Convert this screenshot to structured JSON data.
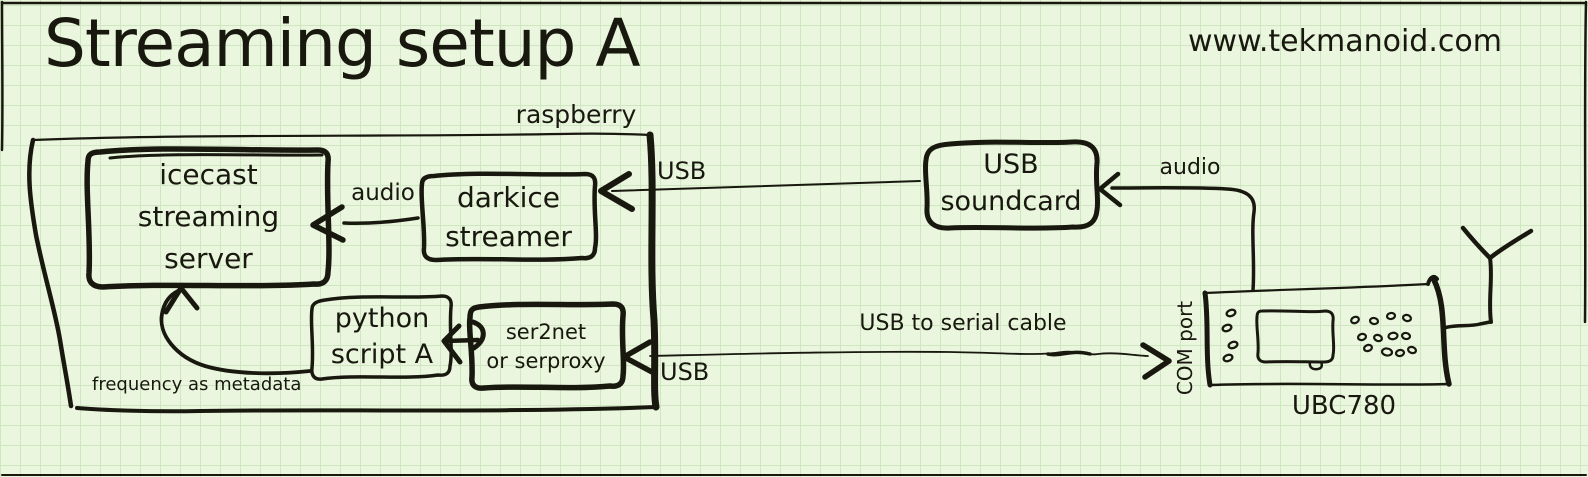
{
  "colors": {
    "paper": "#eaf6de",
    "grid_line": "#cfe7c1",
    "ink": "#18180f"
  },
  "header": {
    "title": "Streaming setup A",
    "website": "www.tekmanoid.com"
  },
  "diagram": {
    "groups": {
      "raspberry": {
        "label": "raspberry"
      }
    },
    "nodes": {
      "icecast": {
        "label": "icecast\nstreaming\nserver"
      },
      "darkice": {
        "label": "darkice\nstreamer"
      },
      "python_script": {
        "label": "python\nscript A"
      },
      "ser2net": {
        "label": "ser2net\nor serproxy"
      },
      "usb_soundcard": {
        "label": "USB\nsoundcard"
      },
      "scanner": {
        "label": "UBC780",
        "port_label": "COM port"
      }
    },
    "edges": {
      "darkice_to_icecast": {
        "label": "audio"
      },
      "soundcard_to_darkice": {
        "label": "USB"
      },
      "scanner_to_soundcard": {
        "label": "audio"
      },
      "serial_cable": {
        "label": "USB to serial cable"
      },
      "serial_to_ser2net": {
        "label": "USB"
      },
      "python_to_icecast": {
        "label": "frequency as metadata"
      }
    }
  }
}
